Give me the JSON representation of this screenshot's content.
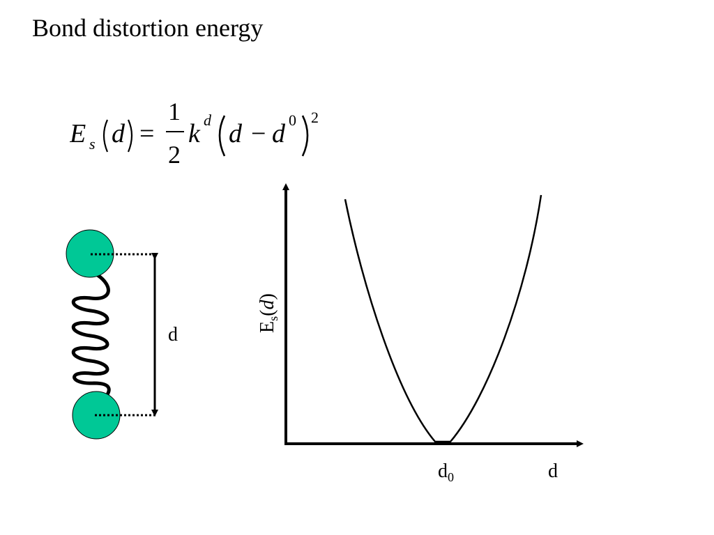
{
  "slide": {
    "title": "Bond distortion energy"
  },
  "equation": {
    "E": "E",
    "E_sub": "s",
    "d": "d",
    "equals": "=",
    "numerator": "1",
    "denominator": "2",
    "k": "k",
    "k_sup": "d",
    "minus": "−",
    "d0_sup": "0",
    "power": "2"
  },
  "spring_diagram": {
    "distance_label": "d",
    "atom_color": "#00c896"
  },
  "energy_plot": {
    "ylabel_main": "E",
    "ylabel_sub": "s",
    "ylabel_arg": "d",
    "x_mark_main": "d",
    "x_mark_sub": "0",
    "xlabel": "d"
  }
}
